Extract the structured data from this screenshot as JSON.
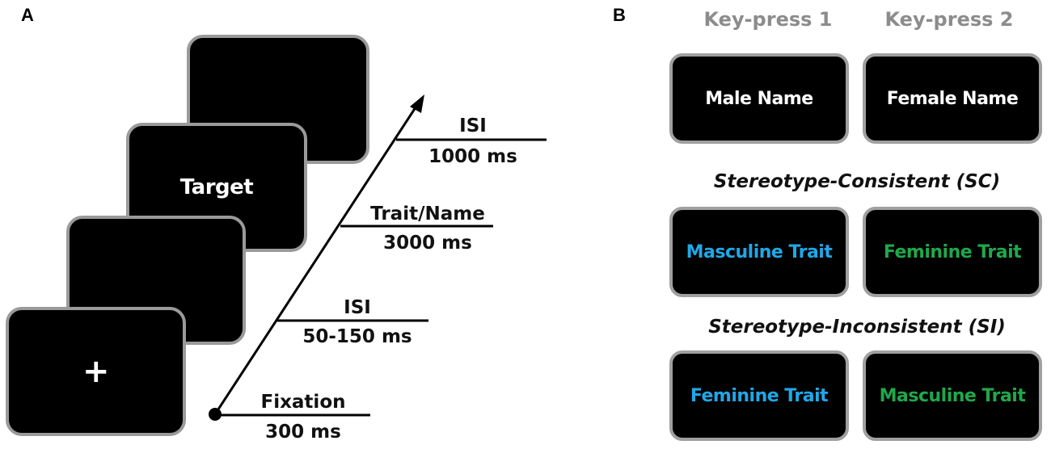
{
  "panels": {
    "a_label": "A",
    "b_label": "B"
  },
  "panel_a": {
    "screens": {
      "fixation_symbol": "+",
      "target_text": "Target"
    },
    "timeline": [
      {
        "label": "Fixation",
        "duration": "300 ms"
      },
      {
        "label": "ISI",
        "duration": "50-150 ms"
      },
      {
        "label": "Trait/Name",
        "duration": "3000 ms"
      },
      {
        "label": "ISI",
        "duration": "1000 ms"
      }
    ]
  },
  "panel_b": {
    "key_press_1": "Key-press 1",
    "key_press_2": "Key-press 2",
    "names": {
      "left": "Male Name",
      "right": "Female Name"
    },
    "sc_title": "Stereotype-Consistent (SC)",
    "sc": {
      "left": "Masculine Trait",
      "right": "Feminine Trait"
    },
    "si_title": "Stereotype-Inconsistent (SI)",
    "si": {
      "left": "Feminine Trait",
      "right": "Masculine Trait"
    }
  },
  "colors": {
    "screen_bg": "#000000",
    "screen_border": "#9a9a9a",
    "key_press_gray": "#8c8c8c",
    "masculine_blue": "#1fa8e8",
    "feminine_green": "#1fa84a",
    "white": "#ffffff"
  }
}
